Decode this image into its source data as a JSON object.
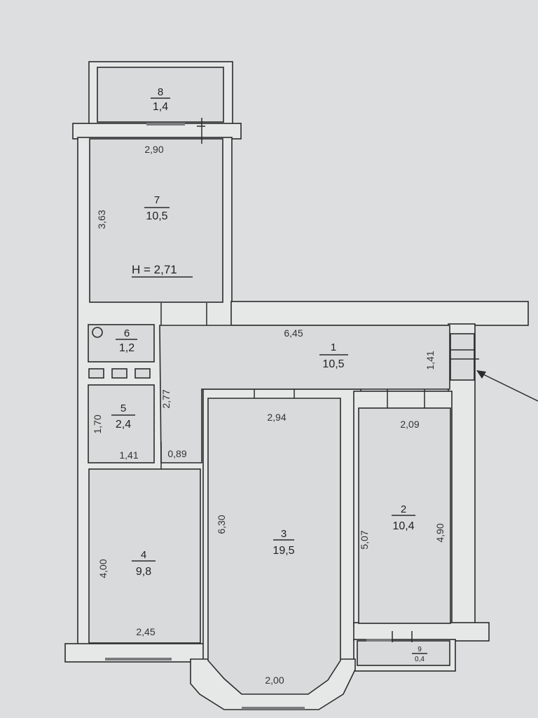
{
  "rooms": [
    {
      "number": "1",
      "area": "10,5",
      "width": "6,45",
      "depth": "1,41"
    },
    {
      "number": "2",
      "area": "10,4",
      "width": "2,09",
      "depth_left": "5,07",
      "depth_right": "4,90"
    },
    {
      "number": "3",
      "area": "19,5",
      "width_top": "2,94",
      "width_bottom": "2,00",
      "depth": "6,30"
    },
    {
      "number": "4",
      "area": "9,8",
      "width": "2,45",
      "depth": "4,00"
    },
    {
      "number": "5",
      "area": "2,4",
      "width": "1,41",
      "depth": "1,70"
    },
    {
      "number": "6",
      "area": "1,2"
    },
    {
      "number": "7",
      "area": "10,5",
      "width": "2,90",
      "depth": "3,63"
    },
    {
      "number": "8",
      "area": "1,4"
    },
    {
      "number": "9",
      "area": "0,4"
    }
  ],
  "dimensions": {
    "corridor_width": "2,77",
    "corridor_gap": "0,89"
  },
  "ceiling_height": "H = 2,71"
}
